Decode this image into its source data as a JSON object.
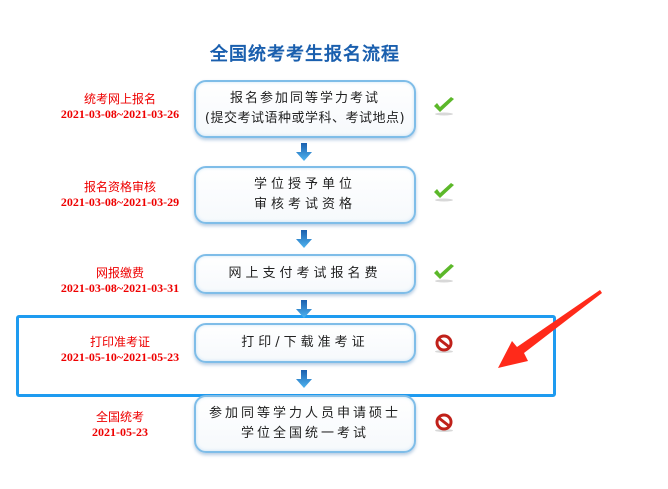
{
  "title": "全国统考考生报名流程",
  "colors": {
    "title": "#1a5fae",
    "label": "#ee0000",
    "box_border": "#7fbde8",
    "highlight": "#1e9bf0",
    "check": "#5cb82a",
    "blocked": "#c0211a",
    "pointer_arrow": "#ff2a1a"
  },
  "steps": [
    {
      "label": "统考网上报名",
      "date": "2021-03-08~2021-03-26",
      "box_line1": "报名参加同等学力考试",
      "box_line2": "(提交考试语种或学科、考试地点)",
      "status": "check-icon"
    },
    {
      "label": "报名资格审核",
      "date": "2021-03-08~2021-03-29",
      "box_line1": "学位授予单位",
      "box_line2": "审核考试资格",
      "status": "check-icon"
    },
    {
      "label": "网报缴费",
      "date": "2021-03-08~2021-03-31",
      "box_line1": "网上支付考试报名费",
      "box_line2": "",
      "status": "check-icon"
    },
    {
      "label": "打印准考证",
      "date": "2021-05-10~2021-05-23",
      "box_line1": "打印/下载准考证",
      "box_line2": "",
      "status": "blocked-icon",
      "highlighted": true
    },
    {
      "label": "全国统考",
      "date": "2021-05-23",
      "box_line1": "参加同等学力人员申请硕士",
      "box_line2": "学位全国统一考试",
      "status": "blocked-icon"
    }
  ]
}
